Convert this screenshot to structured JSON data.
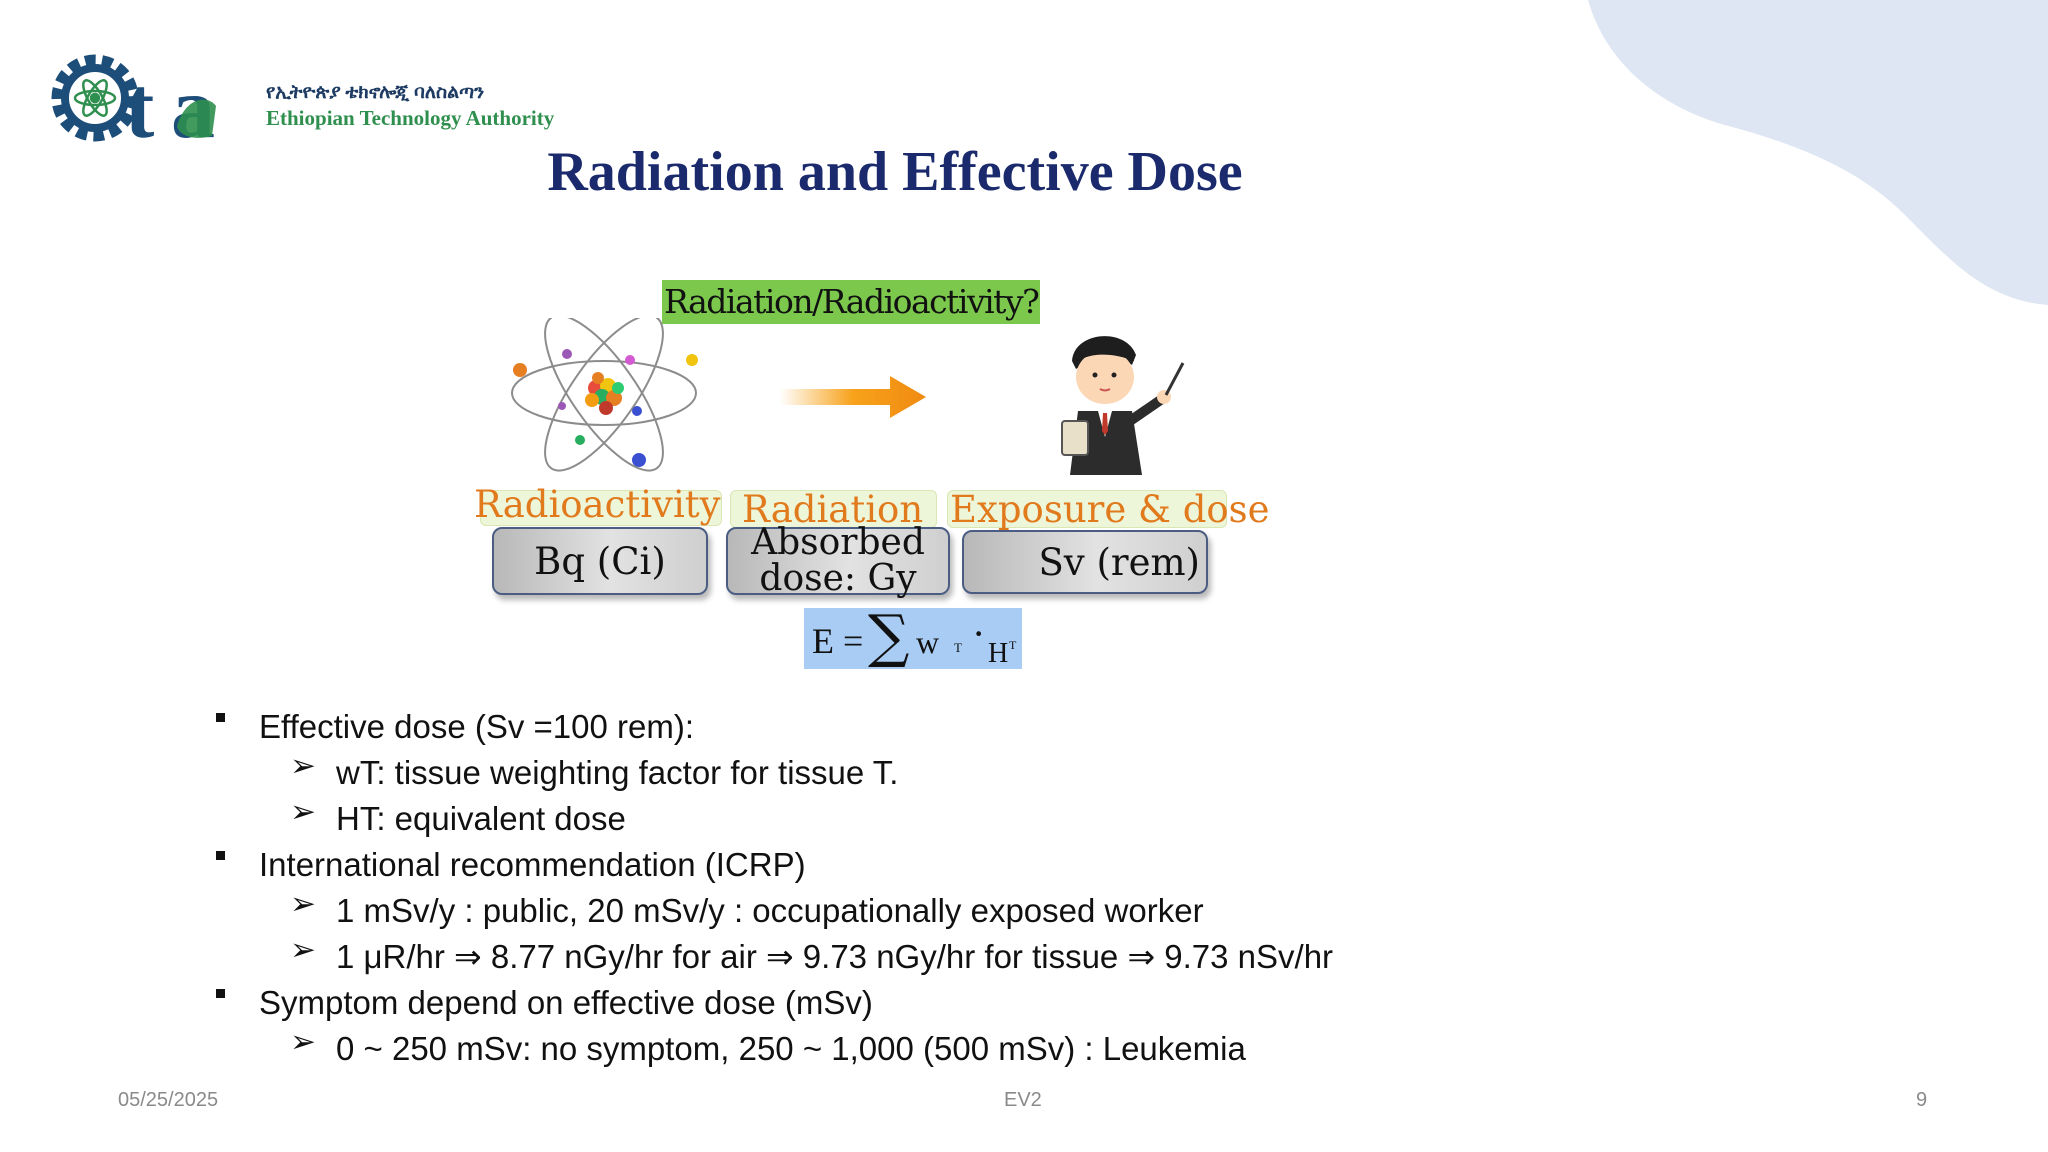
{
  "logo": {
    "amharic": "የኢትዮጵያ ቴክኖሎጂ ባለስልጣን",
    "english": "Ethiopian Technology Authority",
    "letters": "eta"
  },
  "title": "Radiation and Effective Dose",
  "diagram": {
    "question": "Radiation/Radioactivity?",
    "labels": {
      "radioactivity": "Radioactivity",
      "radiation": "Radiation",
      "exposure": "Exposure & dose"
    },
    "boxes": {
      "bq": "Bq (Ci)",
      "absorbed_line1": "Absorbed",
      "absorbed_line2": "dose: Gy",
      "sv": "Sv (rem)"
    },
    "formula": {
      "lhs": "E =",
      "sigma": "∑",
      "w": "w",
      "sub_t": "T",
      "dot": "·",
      "h": "H",
      "sub_t2": "T"
    }
  },
  "bullets": [
    {
      "text": "Effective dose (Sv =100 rem):",
      "sub": [
        "wT: tissue weighting factor for tissue T.",
        "HT: equivalent dose"
      ]
    },
    {
      "text": "International recommendation (ICRP)",
      "sub": [
        "1 mSv/y : public, 20 mSv/y : occupationally exposed worker",
        "1 μR/hr ⇒ 8.77 nGy/hr for air ⇒ 9.73 nGy/hr for tissue ⇒ 9.73 nSv/hr"
      ]
    },
    {
      "text": "Symptom depend on effective dose (mSv)",
      "sub": [
        "0 ~ 250 mSv: no symptom, 250 ~ 1,000 (500 mSv) : Leukemia"
      ]
    }
  ],
  "footer": {
    "date": "05/25/2025",
    "center": "EV2",
    "page": "9"
  },
  "colors": {
    "title": "#1a2a6c",
    "orange_label": "#e07a1c",
    "question_bg": "#7bc84c",
    "formula_bg": "#a9ccf4",
    "blob": "#dde6f2"
  },
  "icons": {
    "atom": "atom-illustration",
    "arrow": "orange-arrow",
    "person": "teacher-illustration",
    "bullet_main": "square-bullet",
    "bullet_sub": "arrow-bullet"
  }
}
